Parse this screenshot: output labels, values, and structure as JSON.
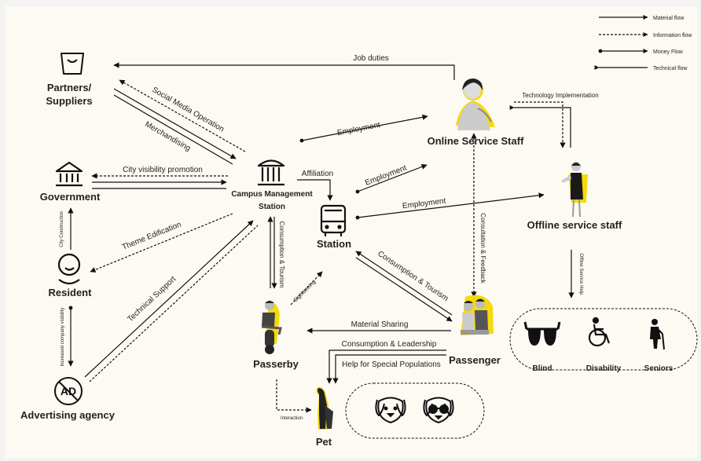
{
  "legend": {
    "material": "Material flow",
    "information": "Information flow",
    "money": "Money Flow",
    "technical": "Technical flow"
  },
  "nodes": {
    "partners": [
      "Partners/",
      "Suppliers"
    ],
    "government": "Government",
    "resident": "Resident",
    "advertising": "Advertising agency",
    "campus": [
      "Campus Management",
      "Station"
    ],
    "station": "Station",
    "online": "Online Service Staff",
    "offline": "Offline service staff",
    "passerby": "Passerby",
    "passenger": "Passenger",
    "pet": "Pet",
    "blind": "Blind",
    "disability": "Disability",
    "seniors": "Seniors"
  },
  "edges": {
    "job_duties": "Job duties",
    "social_media": "Social Media Operation",
    "merchandising": "Merchandising",
    "city_visibility": "City visibility promotion",
    "affiliation": "Affiliation",
    "employment1": "Employment",
    "employment2": "Employment",
    "employment3": "Employment",
    "tech_impl": "Technology Implementation",
    "city_construction": "City Construction",
    "theme_edification": "Theme Edification",
    "increased_visibility": "Increased company visibility",
    "technical_support": "Technical Support",
    "consumption_tourism_v": "Consumption & Tourism",
    "consumption_tourism_d": "Consumption & Tourism",
    "sightseeing": "Sightseeing",
    "consultation": "Consultation & Feedback",
    "offline_help": "Offline Service Help",
    "material_sharing": "Material Sharing",
    "consumption_leadership": "Consumption & Leadership",
    "help_special": "Help for Special Populations",
    "interaction": "Interaction"
  },
  "icons": [
    "shopping-bag-icon",
    "government-building-icon",
    "resident-face-icon",
    "no-ads-icon",
    "campus-building-icon",
    "bus-station-icon",
    "support-staff-photo",
    "offline-staff-photo",
    "scooter-passerby-photo",
    "passenger-group-photo",
    "dog-photo",
    "sunglasses-icon",
    "wheelchair-icon",
    "senior-cane-icon",
    "dog-face-icon",
    "dog-sunglasses-icon"
  ],
  "colors": {
    "accent": "#f5d90a",
    "ink": "#111111",
    "background": "#fdfaf3"
  }
}
